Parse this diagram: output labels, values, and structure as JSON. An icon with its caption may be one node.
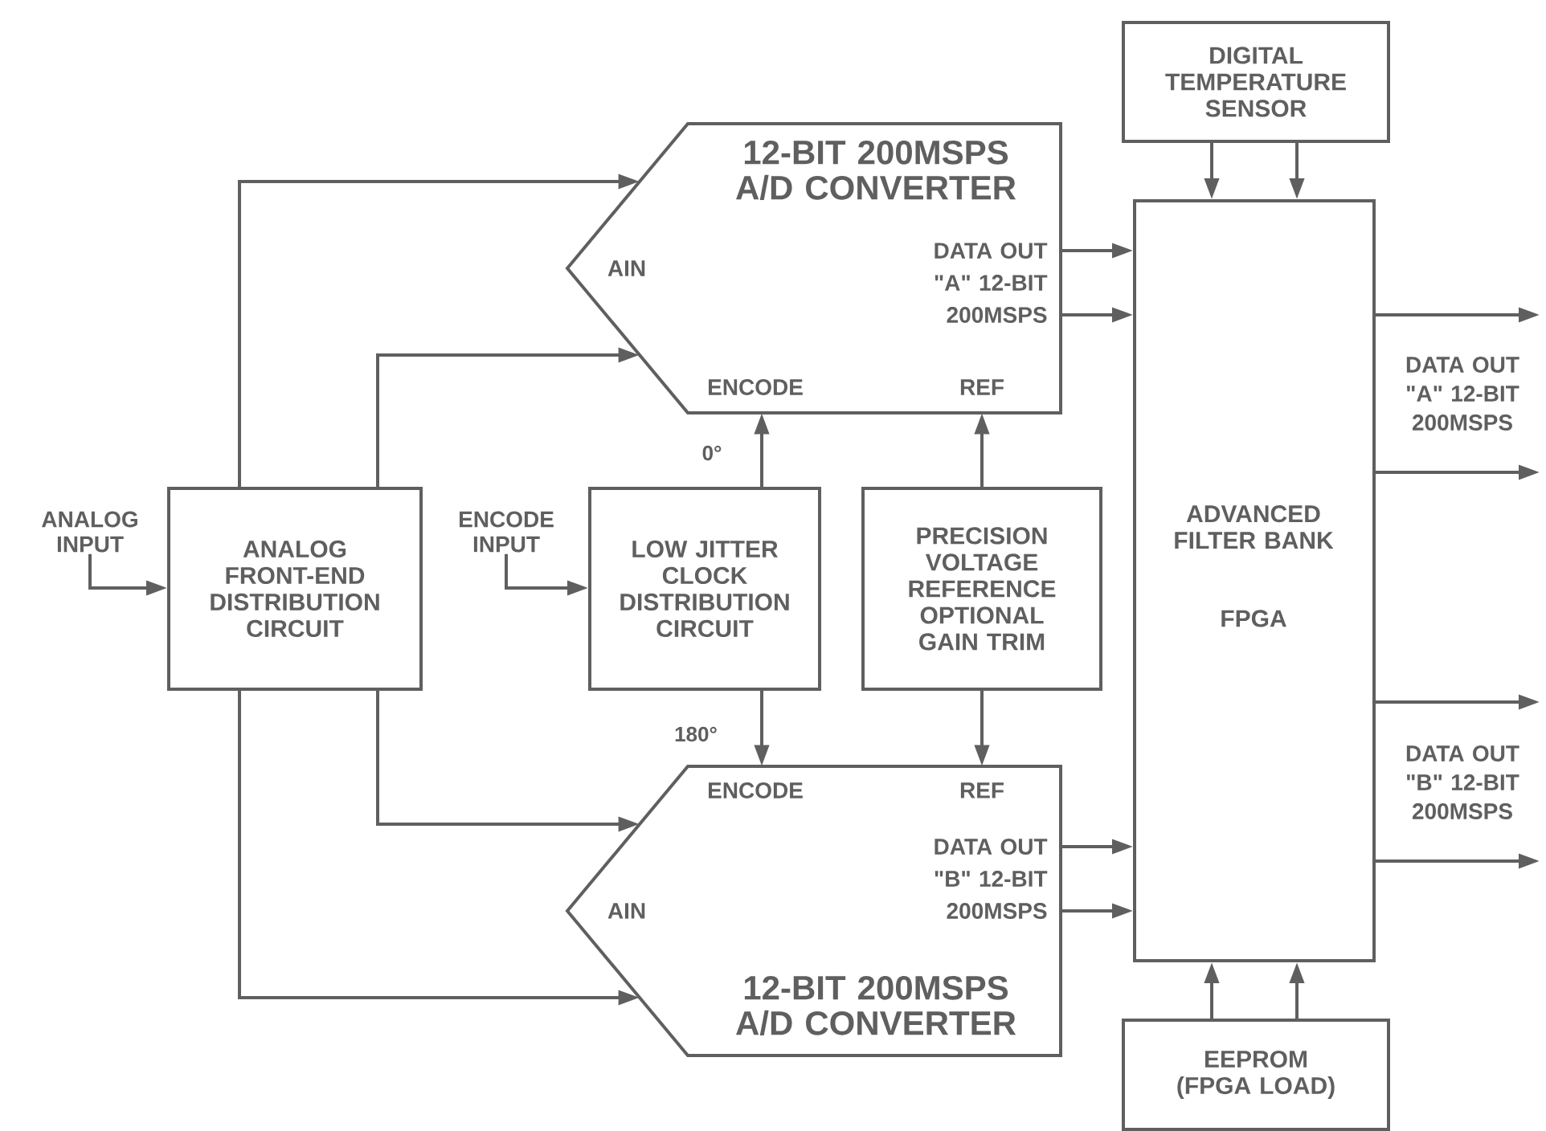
{
  "diagram": {
    "nodes": [
      {
        "text": [
          "ANALOG FRONT-END DISTRIBUTION CIRCUIT"
        ]
      },
      {
        "text": [
          "LOW JITTER CLOCK DISTRIBUTION CIRCUIT"
        ]
      },
      {
        "text": [
          "PRECISION VOLTAGE REFERENCE OPTIONAL GAIN TRIM"
        ]
      },
      {
        "text": [
          "12-BIT 200MSPS A/D CONVERTER",
          "AIN",
          "DATA OUT \"A\" 12-BIT 200MSPS",
          "ENCODE",
          "REF"
        ]
      },
      {
        "text": [
          "ENCODE",
          "REF",
          "AIN",
          "DATA OUT \"B\" 12-BIT 200MSPS",
          "12-BIT 200MSPS A/D CONVERTER"
        ]
      },
      {
        "text": [
          "DIGITAL TEMPERATURE SENSOR"
        ]
      },
      {
        "text": [
          "ADVANCED FILTER BANK",
          "FPGA"
        ]
      },
      {
        "text": [
          "EEPROM (FPGA LOAD)"
        ]
      },
      {
        "text": [
          "ANALOG INPUT"
        ]
      },
      {
        "text": [
          "ENCODE INPUT"
        ]
      }
    ],
    "edges": [
      {
        "from": 8,
        "to": 0,
        "arrow": "to"
      },
      {
        "from": 9,
        "to": 1,
        "arrow": "to"
      },
      {
        "from": 0,
        "to": 3,
        "arrow": "to"
      },
      {
        "from": 0,
        "to": 3,
        "arrow": "to"
      },
      {
        "from": 0,
        "to": 4,
        "arrow": "to"
      },
      {
        "from": 0,
        "to": 4,
        "arrow": "to"
      },
      {
        "from": 1,
        "to": 3,
        "arrow": "to",
        "label": "0°"
      },
      {
        "from": 1,
        "to": 4,
        "arrow": "to",
        "label": "180°"
      },
      {
        "from": 2,
        "to": 3,
        "arrow": "to"
      },
      {
        "from": 2,
        "to": 4,
        "arrow": "to"
      },
      {
        "from": 3,
        "to": 6,
        "arrow": "to"
      },
      {
        "from": 3,
        "to": 6,
        "arrow": "to"
      },
      {
        "from": 4,
        "to": 6,
        "arrow": "to"
      },
      {
        "from": 4,
        "to": 6,
        "arrow": "to"
      },
      {
        "from": 5,
        "to": 6,
        "arrow": "to"
      },
      {
        "from": 5,
        "to": 6,
        "arrow": "to"
      },
      {
        "from": 7,
        "to": 6,
        "arrow": "to"
      },
      {
        "from": 7,
        "to": 6,
        "arrow": "to"
      },
      {
        "from": 6,
        "to": null,
        "arrow": "to"
      },
      {
        "from": 6,
        "to": null,
        "arrow": "to"
      },
      {
        "from": 6,
        "to": null,
        "arrow": "to"
      },
      {
        "from": 6,
        "to": null,
        "arrow": "to"
      }
    ],
    "labels": [
      "DATA OUT \"A\" 12-BIT 200MSPS",
      "DATA OUT \"B\" 12-BIT 200MSPS"
    ]
  }
}
